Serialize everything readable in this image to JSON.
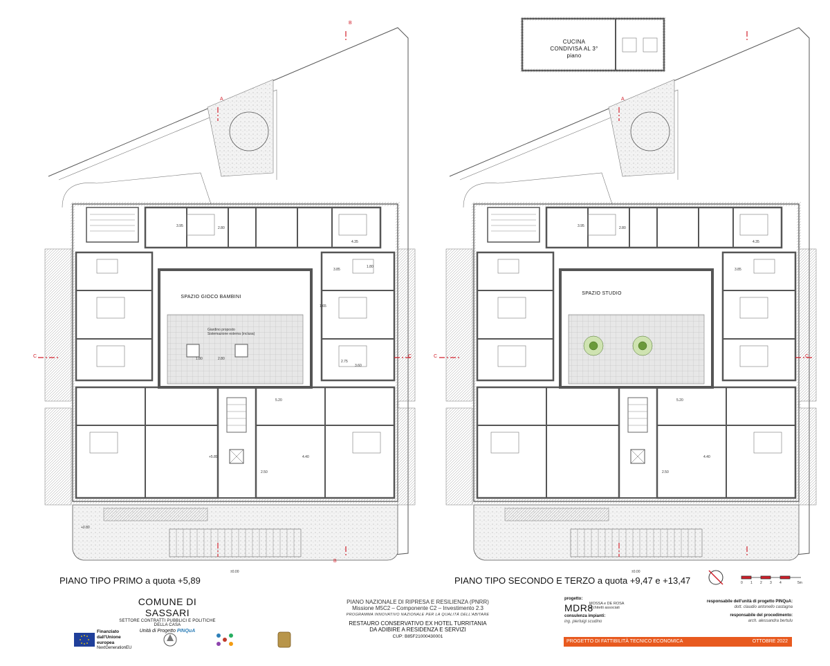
{
  "sheet": {
    "top_plan": {
      "label": "CUCINA CONDIVISA AL 3° piano"
    },
    "left_plan": {
      "title": "PIANO TIPO PRIMO a quota +5,89",
      "courtyard_label": "SPAZIO GIOCO BAMBINI",
      "legend": [
        "Giardino proposto",
        "Sistemazione esterna (inclusa)"
      ]
    },
    "right_plan": {
      "title": "PIANO TIPO SECONDO E TERZO a quota +9,47 e +13,47",
      "courtyard_label": "SPAZIO STUDIO"
    },
    "dims": {
      "d1": "3.95",
      "d2": "2.80",
      "d3": "4.35",
      "d4": "3.85",
      "d5": "1.80",
      "d6": "3.60",
      "d7": "2.75",
      "d8": "5.20",
      "d9": "4.40",
      "d10": "2.50",
      "d11": "1.65",
      "d12": "1.80",
      "d13": "2.80",
      "d14": "+5.89",
      "d15": "+0.80",
      "d16": "±0.00"
    },
    "section_marks": {
      "a": "A",
      "b": "B",
      "c": "C"
    }
  },
  "footer": {
    "comune": "COMUNE DI SASSARI",
    "settore": "SETTORE CONTRATTI PUBBLICI E POLITICHE DELLA CASA",
    "unita_prefix": "Unità di Progetto ",
    "unita_name": "PINQuA",
    "pnrr_line1": "PIANO NAZIONALE DI RIPRESA E RESILIENZA (PNRR)",
    "pnrr_line2": "Missione M5C2 – Componente C2 – Investimento 2.3",
    "pnrr_line3": "PROGRAMMA INNOVATIVO NAZIONALE PER LA QUALITÀ DELL'ABITARE",
    "project_line1": "RESTAURO CONSERVATIVO EX HOTEL TURRITANIA",
    "project_line2": "DA ADIBIRE A RESIDENZA E SERVIZI",
    "cup": "CUP: B85F21000430001",
    "eu_line1": "Finanziato",
    "eu_line2": "dall'Unione europea",
    "eu_line3": "NextGenerationEU",
    "progetto_label": "progetto:",
    "mdr_logo": "MDR8",
    "mdr_sub1": "MOSSA e DE ROSA",
    "mdr_sub2": "architetti associati",
    "consulenza_label": "consulenza impianti:",
    "consulenza_name": "ing. pierluigi scudino",
    "resp_pinqua_label": "responsabile dell'unità di progetto PINQuA:",
    "resp_pinqua_name": "dott. claudio antonello castagna",
    "resp_proc_label": "responsabile del procedimento:",
    "resp_proc_name": "arch. alessandra bertulu",
    "bar_left": "PROGETTO DI FATTIBILITÀ TECNICO ECONOMICA",
    "bar_right": "OTTOBRE 2022",
    "scale_labels": [
      "0",
      "1",
      "2",
      "3",
      "4",
      "5m"
    ]
  },
  "colors": {
    "accent_bar": "#e85a1f",
    "section_marks": "#d11f2a",
    "eu_blue": "#1f3f9a",
    "wall": "#5a5a5a"
  }
}
